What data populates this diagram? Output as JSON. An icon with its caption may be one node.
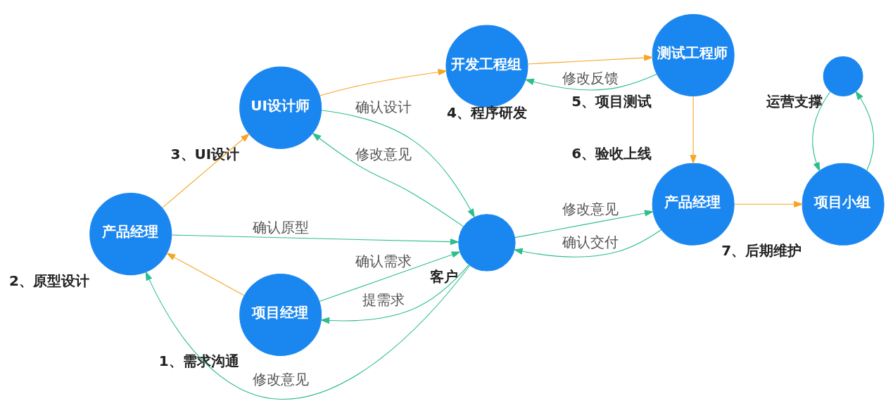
{
  "diagram": {
    "nodes": [
      {
        "text": [
          "产品经理"
        ],
        "beside": [
          "2、原型设计"
        ]
      },
      {
        "text": [
          "UI设计师"
        ],
        "beside": [
          "3、UI设计"
        ]
      },
      {
        "text": [
          "开发工程组"
        ],
        "beside": [
          "4、程序研发"
        ]
      },
      {
        "text": [
          "测试工程师"
        ],
        "beside": [
          "5、项目测试"
        ]
      },
      {
        "text": [
          "项目小组"
        ],
        "beside": [
          "7、后期维护"
        ]
      },
      {
        "text": [
          "项目经理"
        ],
        "beside": [
          "1、需求沟通"
        ]
      },
      {
        "text": [
          "客户"
        ]
      },
      {
        "text": [
          "产品经理"
        ],
        "beside": [
          "6、验收上线"
        ]
      },
      {
        "text": [
          "运营支撑"
        ]
      }
    ],
    "edges": [
      {
        "from": 5,
        "to": 0,
        "arrow": "to",
        "color": "#f5a623"
      },
      {
        "from": 0,
        "to": 1,
        "arrow": "to",
        "color": "#f5a623"
      },
      {
        "from": 1,
        "to": 2,
        "arrow": "to",
        "color": "#f5a623"
      },
      {
        "from": 3,
        "to": 2,
        "arrow": "to",
        "label": "修改反馈"
      },
      {
        "from": 2,
        "to": 3,
        "arrow": "to",
        "color": "#f5a623"
      },
      {
        "from": 0,
        "to": 6,
        "arrow": "to",
        "label": "确认原型"
      },
      {
        "from": 6,
        "to": 0,
        "arrow": "to",
        "label": "修改意见"
      },
      {
        "from": 1,
        "to": 6,
        "arrow": "to",
        "label": "确认设计"
      },
      {
        "from": 6,
        "to": 1,
        "arrow": "to",
        "label": "修改意见"
      },
      {
        "from": 6,
        "to": 5,
        "arrow": "to",
        "label": "提需求"
      },
      {
        "from": 5,
        "to": 6,
        "arrow": "to",
        "label": "确认需求"
      },
      {
        "from": 6,
        "to": 7,
        "arrow": "to",
        "label": "修改意见"
      },
      {
        "from": 7,
        "to": 6,
        "arrow": "to",
        "label": "确认交付"
      },
      {
        "from": 3,
        "to": 7,
        "arrow": "to",
        "color": "#f5a623"
      },
      {
        "from": 7,
        "to": 4,
        "arrow": "to",
        "color": "#f5a623"
      },
      {
        "from": 4,
        "to": 8,
        "arrow": "to"
      },
      {
        "from": 8,
        "to": 4,
        "arrow": "to"
      }
    ]
  }
}
